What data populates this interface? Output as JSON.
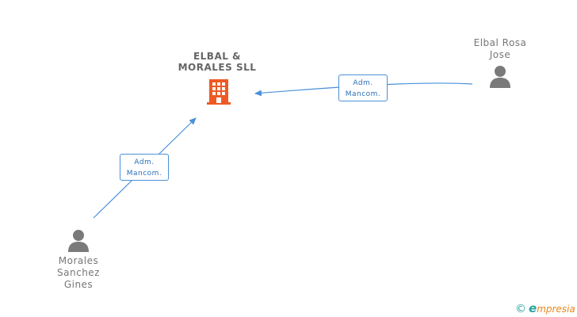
{
  "company": {
    "name_line1": "ELBAL &",
    "name_line2": "MORALES SLL",
    "icon": "building-icon",
    "icon_color": "#ee5a24"
  },
  "people": [
    {
      "name_lines": [
        "Elbal Rosa",
        "Jose"
      ],
      "icon": "person-icon",
      "role_line1": "Adm.",
      "role_line2": "Mancom."
    },
    {
      "name_lines": [
        "Morales",
        "Sanchez",
        "Gines"
      ],
      "icon": "person-icon",
      "role_line1": "Adm.",
      "role_line2": "Mancom."
    }
  ],
  "colors": {
    "edge": "#4a90d9",
    "person_icon": "#7a7a7a",
    "text": "#666666"
  },
  "brand": {
    "copyright_symbol": "©",
    "first_letter": "e",
    "rest": "mpresia"
  }
}
